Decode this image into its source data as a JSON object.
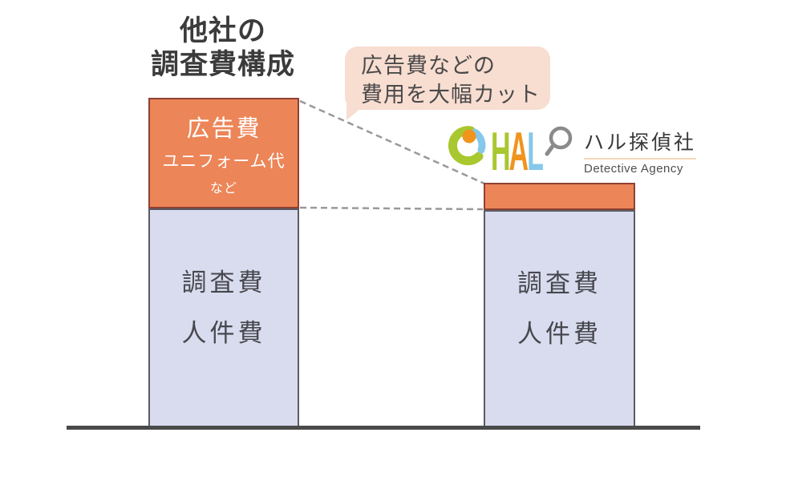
{
  "title": {
    "line1": "他社の",
    "line2": "調査費構成"
  },
  "callout": {
    "line1": "広告費などの",
    "line2": "費用を大幅カット"
  },
  "left_bar": {
    "ad_section": {
      "line1": "広告費",
      "line2": "ユニフォーム代",
      "line3": "など"
    },
    "main_section": {
      "line1": "調査費",
      "line2": "人件費"
    }
  },
  "right_bar": {
    "main_section": {
      "line1": "調査費",
      "line2": "人件費"
    }
  },
  "logo": {
    "letter_h": "H",
    "letter_a": "A",
    "letter_l": "L",
    "name_jp": "ハル探偵社",
    "name_en": "Detective Agency"
  },
  "colors": {
    "ad_fill": "#ec8557",
    "ad_border": "#8f4133",
    "main_fill": "#d9dcee",
    "main_border": "#5a5b64",
    "callout_bg": "#f8ddd1",
    "baseline": "#4a4a4a",
    "connector": "#999999",
    "logo_green": "#a9c72f",
    "logo_orange": "#f0941e",
    "logo_blue": "#85c8ea"
  },
  "chart_data": {
    "type": "bar",
    "stacked": true,
    "categories": [
      "他社の調査費構成",
      "ハル探偵社"
    ],
    "series": [
      {
        "name": "調査費・人件費",
        "values": [
          66,
          66
        ],
        "color": "#d9dcee"
      },
      {
        "name": "広告費・ユニフォーム代など",
        "values": [
          34,
          8
        ],
        "color": "#ec8557"
      }
    ],
    "unit": "relative height, % of left bar total (no numeric axis shown)",
    "annotation": "広告費などの費用を大幅カット",
    "axes": "none (pictorial comparison, baseline only)",
    "legend_position": "labels inside segments"
  }
}
